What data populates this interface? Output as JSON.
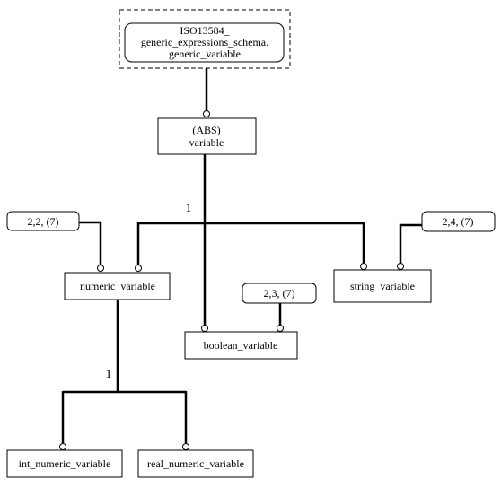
{
  "schema_ref": {
    "line1": "ISO13584_",
    "line2": "generic_expressions_schema.",
    "line3": "generic_variable"
  },
  "entities": {
    "variable": {
      "abs": "(ABS)",
      "name": "variable"
    },
    "numeric_variable": "numeric_variable",
    "boolean_variable": "boolean_variable",
    "string_variable": "string_variable",
    "int_numeric_variable": "int_numeric_variable",
    "real_numeric_variable": "real_numeric_variable"
  },
  "page_refs": {
    "numeric": "2,2, (7)",
    "boolean": "2,3, (7)",
    "string": "2,4, (7)"
  },
  "cardinality": {
    "variable_subtypes": "1",
    "numeric_subtypes": "1"
  }
}
